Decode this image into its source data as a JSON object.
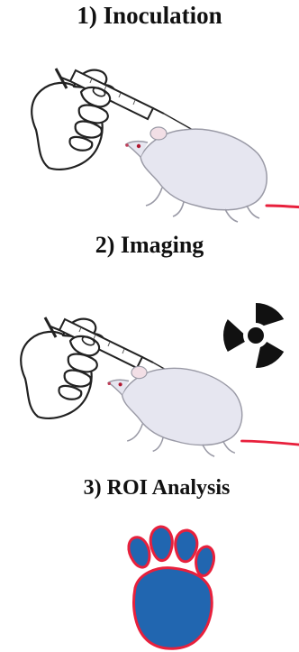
{
  "steps": [
    {
      "label": "1) Inoculation"
    },
    {
      "label": "2) Imaging"
    },
    {
      "label": "3) ROI Analysis"
    }
  ],
  "icons": {
    "step1": [
      "hand-with-syringe-icon",
      "rat-icon"
    ],
    "step2": [
      "hand-with-syringe-icon",
      "rat-icon",
      "radiation-symbol-icon"
    ],
    "step3": [
      "paw-roi-icon"
    ]
  },
  "colors": {
    "rat_body": "#e6e6f0",
    "rat_tail": "#e8203c",
    "radiation": "#111111",
    "paw_fill": "#2166b0",
    "paw_outline": "#e8203c"
  }
}
